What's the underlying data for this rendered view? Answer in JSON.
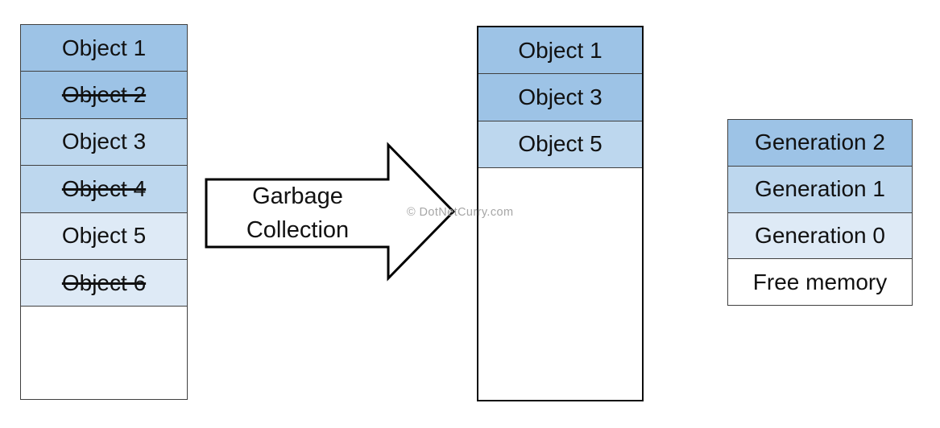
{
  "watermark": "© DotNetCurry.com",
  "colors": {
    "dark": "#9DC3E6",
    "medium": "#BDD7EE",
    "light": "#DEEAF6",
    "white": "#FFFFFF"
  },
  "heap_before": {
    "cells": [
      {
        "label": "Object 1",
        "shade": "dark",
        "struck": false
      },
      {
        "label": "Object 2",
        "shade": "dark",
        "struck": true
      },
      {
        "label": "Object 3",
        "shade": "medium",
        "struck": false
      },
      {
        "label": "Object 4",
        "shade": "medium",
        "struck": true
      },
      {
        "label": "Object 5",
        "shade": "light",
        "struck": false
      },
      {
        "label": "Object 6",
        "shade": "light",
        "struck": true
      }
    ],
    "free_space": {
      "shade": "white"
    }
  },
  "arrow": {
    "label": "Garbage Collection"
  },
  "heap_after": {
    "cells": [
      {
        "label": "Object 1",
        "shade": "dark",
        "struck": false
      },
      {
        "label": "Object 3",
        "shade": "dark",
        "struck": false
      },
      {
        "label": "Object 5",
        "shade": "medium",
        "struck": false
      }
    ],
    "free_space": {
      "shade": "white"
    }
  },
  "generations": {
    "cells": [
      {
        "label": "Generation 2",
        "shade": "dark"
      },
      {
        "label": "Generation 1",
        "shade": "medium"
      },
      {
        "label": "Generation 0",
        "shade": "light"
      },
      {
        "label": "Free memory",
        "shade": "white"
      }
    ]
  }
}
